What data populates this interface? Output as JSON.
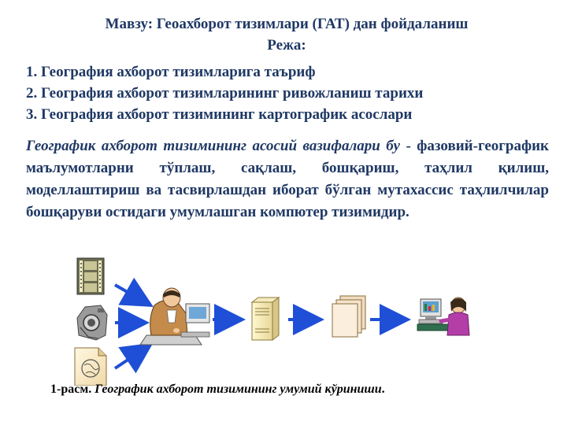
{
  "slide": {
    "title": "Мавзу: Геоахборот тизимлари (ГАТ) дан фойдаланиш",
    "plan_heading": "Режа:",
    "plan_items": [
      "1. География ахборот тизимларига таъриф",
      "2. География ахборот тизимларининг ривожланиш тарихи",
      "3. География ахборот тизимининг картографик асослари"
    ],
    "definition_term": "Географик ахборот тизимининг асосий вазифалари бу",
    "definition_body": " - фазовий-географик маълумотларни тўплаш, сақлаш, бошқариш, таҳлил қилиш, моделлаштириш ва тасвирлашдан иборат бўлган мутахассис таҳлилчилар бошқаруви остидаги умумлашган компютер тизимидир."
  },
  "figure": {
    "caption_label": "1-расм.",
    "caption_text": "Географик ахборот тизимининг умумий кўриниши",
    "caption_end": ".",
    "icons": [
      "film-icon",
      "camera-icon",
      "map-document-icon",
      "analyst-at-computer-icon",
      "server-icon",
      "documents-stack-icon",
      "user-at-workstation-icon"
    ],
    "colors": {
      "text": "#1f3864",
      "arrow": "#1f4fd6",
      "caption": "#000000"
    }
  }
}
